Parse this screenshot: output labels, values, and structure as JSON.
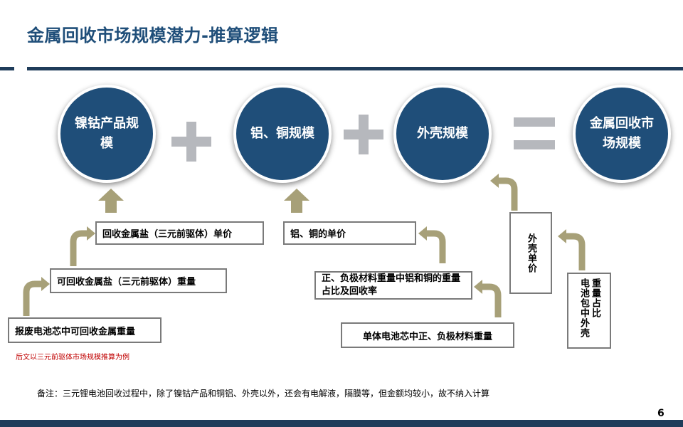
{
  "title": "金属回收市场规模潜力-推算逻辑",
  "circles": {
    "c1": "镍钴产品规模",
    "c2": "铝、铜规模",
    "c3": "外壳规模",
    "c4": "金属回收市场规模"
  },
  "operators": [
    "plus",
    "plus",
    "equals"
  ],
  "boxes": {
    "b_unit_price": "回收金属盐（三元前驱体）单价",
    "b_weight": "可回收金属盐（三元前驱体）重量",
    "b_cell_weight": "报废电池芯中可回收金属重量",
    "b_al_cu_price": "铝、铜的单价",
    "b_ratio": "正、负极材料重量中铝和铜的重量占比及回收率",
    "b_material_weight": "单体电池芯中正、负极材料重量",
    "b_shell_price": "外壳单价",
    "b_shell_ratio_col1": "电池包中外壳",
    "b_shell_ratio_col2": "重量占比"
  },
  "note_red": "后文以三元前驱体市场规模推算为例",
  "note": "备注：三元锂电池回收过程中，除了镍钴产品和铜铝、外壳以外，还会有电解液，隔膜等，但金额均较小，故不纳入计算",
  "page_number": "6",
  "colors": {
    "navy": "#1f4e79",
    "rule": "#1f3c5a",
    "arrow": "#a7a078",
    "operator": "#b6b8bd",
    "box_border": "#7a7a7a",
    "note_red": "#c00000"
  }
}
